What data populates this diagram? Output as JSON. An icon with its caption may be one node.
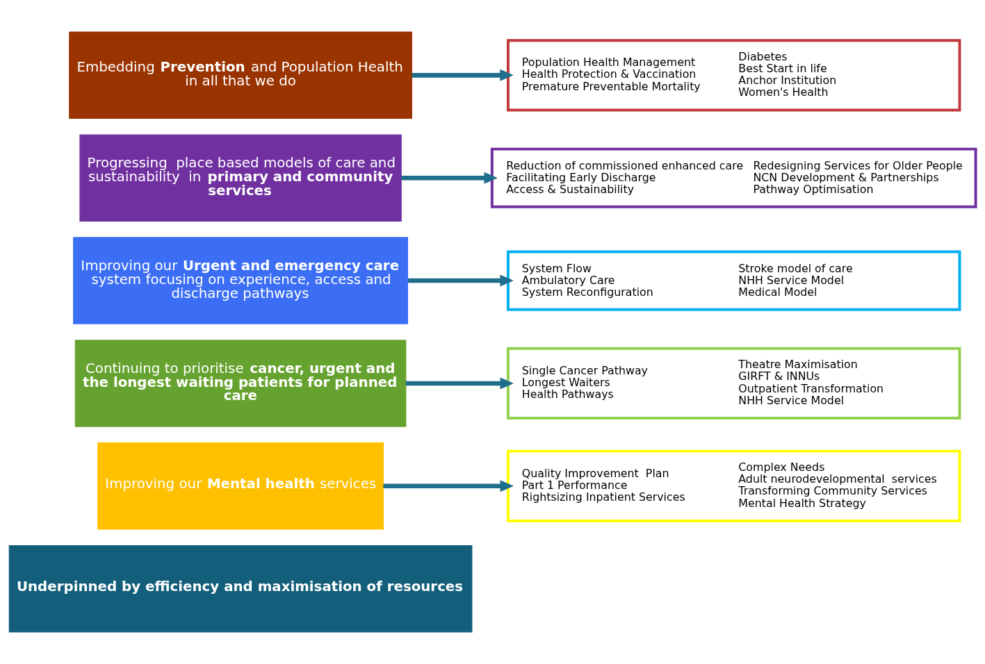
{
  "diagram": {
    "nodes": [
      {
        "text": [
          "Embedding **Prevention** and Population Health in all that we do"
        ]
      },
      {
        "text": [
          "Population Health Management",
          "Health Protection & Vaccination",
          "Premature Preventable Mortality",
          "Diabetes",
          "Best Start in life",
          "Anchor Institution",
          "Women's Health"
        ]
      },
      {
        "text": [
          "Progressing  place based models of care and sustainability  in **primary and community services**"
        ]
      },
      {
        "text": [
          "Reduction of commissioned enhanced care",
          "Facilitating Early Discharge",
          "Access & Sustainability",
          "Redesigning Services for Older People",
          "NCN Development & Partnerships",
          "Pathway Optimisation"
        ]
      },
      {
        "text": [
          "Improving our **Urgent and emergency care** system focusing on experience, access and discharge pathways"
        ]
      },
      {
        "text": [
          "System Flow",
          "Ambulatory Care",
          "System Reconfiguration",
          "Stroke model of care",
          "NHH Service Model",
          "Medical Model"
        ]
      },
      {
        "text": [
          "Continuing to prioritise **cancer, urgent and the longest waiting patients for planned care**"
        ]
      },
      {
        "text": [
          "Single Cancer Pathway",
          "Longest Waiters",
          "Health Pathways",
          "Theatre Maximisation",
          "GIRFT & INNUs",
          "Outpatient Transformation",
          "NHH Service Model"
        ]
      },
      {
        "text": [
          "Improving our **Mental health** services"
        ]
      },
      {
        "text": [
          "Quality Improvement  Plan",
          "Part 1 Performance",
          "Rightsizing Inpatient Services",
          "Complex Needs",
          "Adult neurodevelopmental  services",
          "Transforming Community Services",
          "Mental Health Strategy"
        ]
      },
      {
        "text": [
          "**Underpinned by efficiency and maximisation of resources**"
        ]
      }
    ],
    "edges": [
      {
        "from": 0,
        "to": 1,
        "arrow": "to"
      },
      {
        "from": 2,
        "to": 3,
        "arrow": "to"
      },
      {
        "from": 4,
        "to": 5,
        "arrow": "to"
      },
      {
        "from": 6,
        "to": 7,
        "arrow": "to"
      },
      {
        "from": 8,
        "to": 9,
        "arrow": "to"
      }
    ]
  }
}
